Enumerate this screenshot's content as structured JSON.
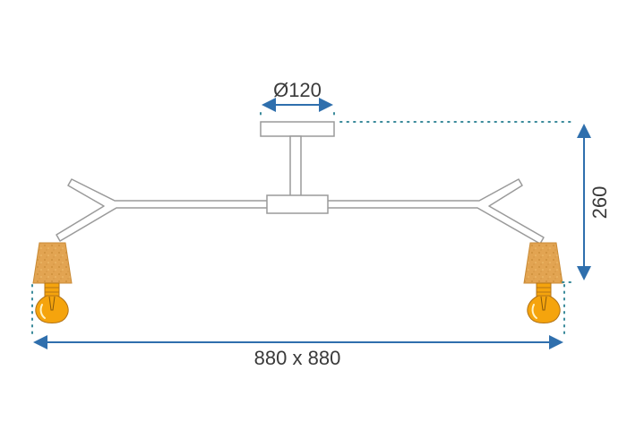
{
  "dimensions": {
    "canopy_diameter": "Ø120",
    "height": "260",
    "width": "880 x 880"
  },
  "colors": {
    "dimension_line": "#2f6fad",
    "leader_dots": "#3a8a9a",
    "fixture_outline": "#9a9a9a",
    "shade_wood": "#e2a452",
    "bulb_amber": "#f5a40d"
  }
}
